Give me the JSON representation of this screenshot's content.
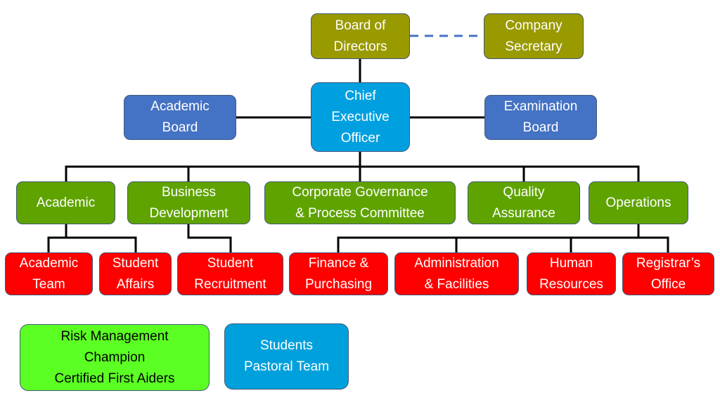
{
  "board": [
    "Board of",
    "Directors"
  ],
  "secretary": [
    "Company",
    "Secretary"
  ],
  "ceo": [
    "Chief",
    "Executive",
    "Officer"
  ],
  "academic_board": [
    "Academic",
    "Board"
  ],
  "exam_board": [
    "Examination",
    "Board"
  ],
  "departments": {
    "academic": [
      "Academic"
    ],
    "business": [
      "Business",
      "Development"
    ],
    "corporate": [
      "Corporate Governance",
      "& Process Committee"
    ],
    "quality": [
      "Quality",
      "Assurance"
    ],
    "operations": [
      "Operations"
    ]
  },
  "units": {
    "academic_team": [
      "Academic",
      "Team"
    ],
    "student_affairs": [
      "Student",
      "Affairs"
    ],
    "student_recruitment": [
      "Student",
      "Recruitment"
    ],
    "finance": [
      "Finance &",
      "Purchasing"
    ],
    "administration": [
      "Administration",
      "& Facilities"
    ],
    "hr": [
      "Human",
      "Resources"
    ],
    "registrar": [
      "Registrar’s",
      "Office"
    ]
  },
  "risk": [
    "Risk Management",
    "Champion",
    "Certified First Aiders"
  ],
  "pastoral": [
    "Students",
    "Pastoral Team"
  ],
  "colors": {
    "olive": "#999900",
    "blue": "#4472c4",
    "cyan": "#00a0e0",
    "green": "#5fa300",
    "red": "#ff0000",
    "lime": "#5cff24",
    "dashed": "#4472c4"
  }
}
